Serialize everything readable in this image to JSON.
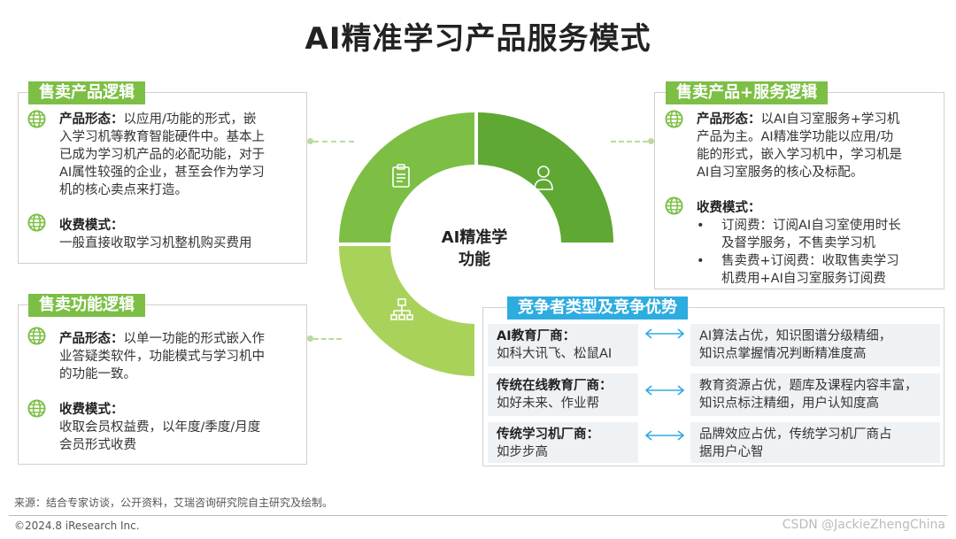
{
  "title": "AI精准学习产品服务模式",
  "center_label": [
    "AI精准学",
    "功能"
  ],
  "colors": {
    "green": "#7cbf44",
    "dark_green": "#5fa833",
    "light_green": "#a9d25b",
    "blue": "#2dace0"
  },
  "panel_sell_product": {
    "tab": "售卖产品逻辑",
    "form_label": "产品形态：",
    "form_lines": [
      "以应用/功能的形式，嵌",
      "入学习机等教育智能硬件中。基本上",
      "已成为学习机产品的必配功能，对于",
      "AI属性较强的企业，甚至会作为学习",
      "机的核心卖点来打造。"
    ],
    "fee_label": "收费模式：",
    "fee_lines": [
      "一般直接收取学习机整机购买费用"
    ]
  },
  "panel_sell_function": {
    "tab": "售卖功能逻辑",
    "form_label": "产品形态：",
    "form_lines": [
      "以单一功能的形式嵌入作",
      "业答疑类软件，功能模式与学习机中",
      "的功能一致。"
    ],
    "fee_label": "收费模式：",
    "fee_lines": [
      "收取会员权益费，以年度/季度/月度",
      "会员形式收费"
    ]
  },
  "panel_product_service": {
    "tab": "售卖产品+服务逻辑",
    "form_label": "产品形态：",
    "form_lines": [
      "以AI自习室服务+学习机",
      "产品为主。AI精准学功能以应用/功",
      "能的形式，嵌入学习机中，学习机是",
      "AI自习室服务的核心及标配。"
    ],
    "fee_label": "收费模式：",
    "sub_items": [
      {
        "bullet": "•",
        "lines": [
          "订阅费：订阅AI自习室使用时长",
          "及督学服务，不售卖学习机"
        ]
      },
      {
        "bullet": "•",
        "lines": [
          "售卖费+订阅费：收取售卖学习",
          "机费用+AI自习室服务订阅费"
        ]
      }
    ]
  },
  "competition": {
    "tab": "竞争者类型及竞争优势",
    "rows": [
      {
        "type": "AI教育厂商：",
        "examples": "如科大讯飞、松鼠AI",
        "advantage": [
          "AI算法占优，知识图谱分级精细，",
          "知识点掌握情况判断精准度高"
        ]
      },
      {
        "type": "传统在线教育厂商：",
        "examples": "如好未来、作业帮",
        "advantage": [
          "教育资源占优，题库及课程内容丰富，",
          "知识点标注精细，用户认知度高"
        ]
      },
      {
        "type": "传统学习机厂商：",
        "examples": "如步步高",
        "advantage": [
          "品牌效应占优，传统学习机厂商占",
          "据用户心智"
        ]
      }
    ]
  },
  "source": "来源：结合专家访谈，公开资料，艾瑞咨询研究院自主研究及绘制。",
  "copyright": "©2024.8 iResearch Inc.",
  "watermark": "CSDN @JackieZhengChina"
}
